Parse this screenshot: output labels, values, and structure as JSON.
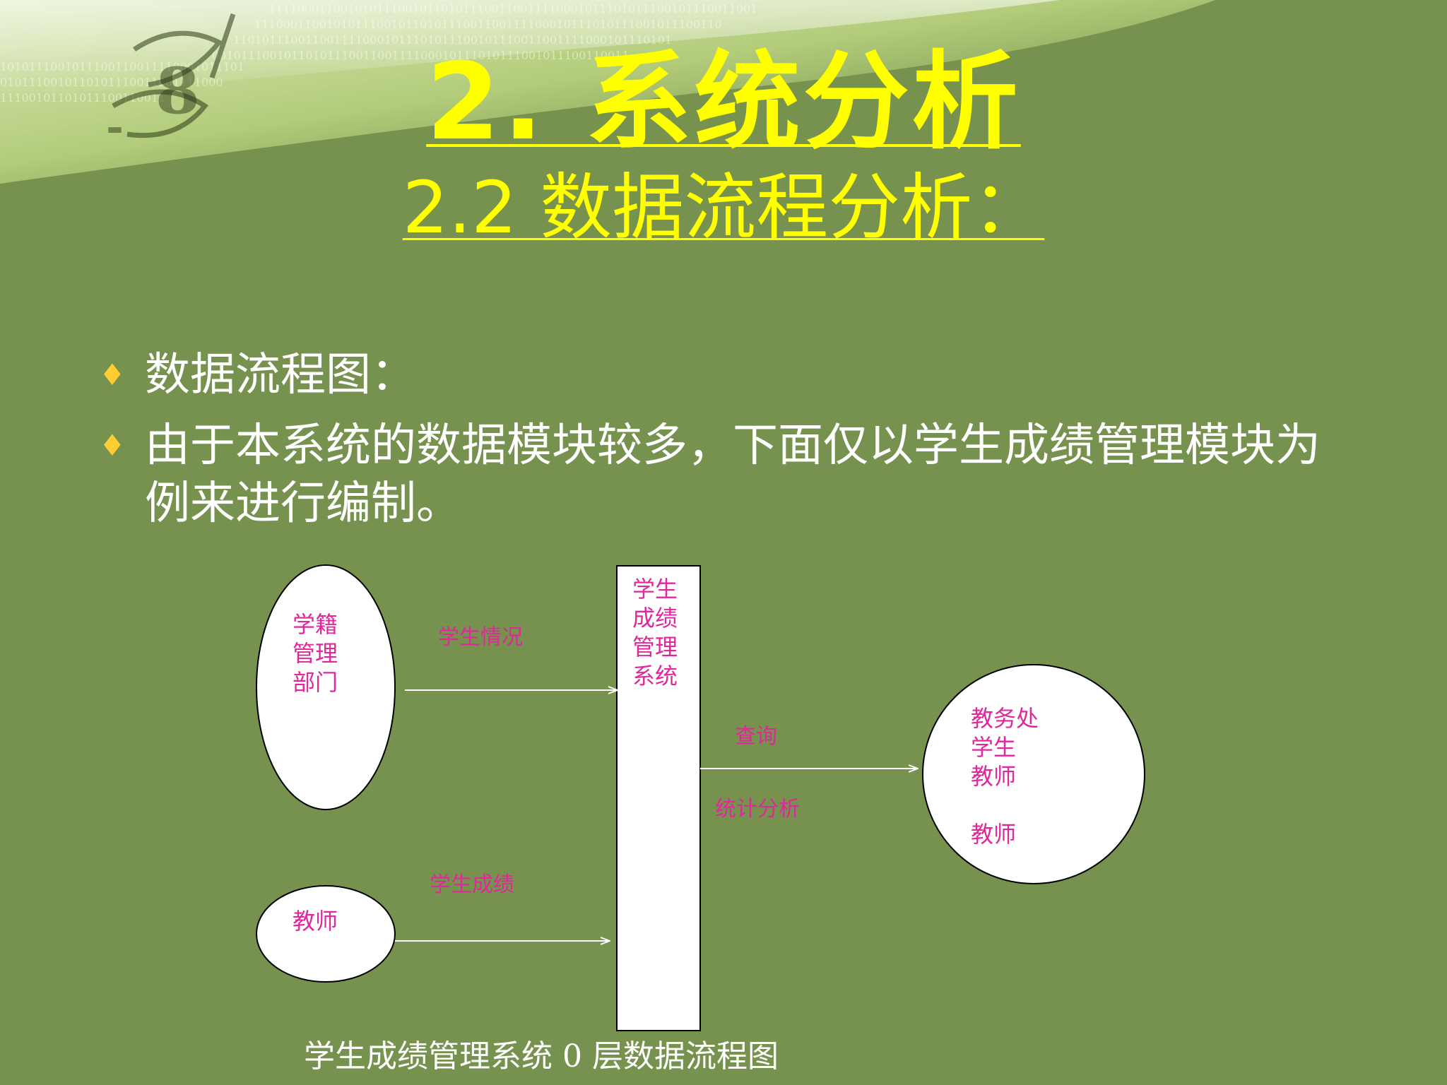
{
  "title": {
    "main": "2. 系统分析",
    "sub": "2.2 数据流程分析："
  },
  "bullets": [
    "数据流程图：",
    "由于本系统的数据模块较多，下面仅以学生成绩管理模块为例来进行编制。"
  ],
  "diagram": {
    "nodes": {
      "registry": [
        "学籍",
        "管理",
        "部门"
      ],
      "system": [
        "学生",
        "成绩",
        "管理",
        "系统"
      ],
      "teacher": [
        "教师"
      ],
      "target": [
        "教务处",
        "学生",
        "教师",
        "",
        "教师"
      ]
    },
    "flows": {
      "student_info": "学生情况",
      "student_scores": "学生成绩",
      "query": "查询",
      "statistics": "统计分析"
    },
    "caption": "学生成绩管理系统 0 层数据流程图"
  },
  "colors": {
    "background": "#77924e",
    "title": "#ffff00",
    "label": "#e0279b",
    "bullet_marker": "#ffcc33"
  }
}
